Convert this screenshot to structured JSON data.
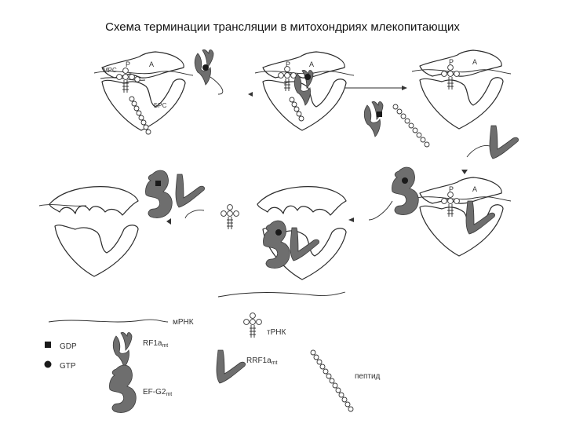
{
  "title": "Схема терминации трансляции в митохондриях млекопитающих",
  "labels": {
    "P": "P",
    "A": "A",
    "mrs": "MPC",
    "brs": "БPC"
  },
  "legend": {
    "mrna": "мРНК",
    "trna": "тРНК",
    "gdp": "GDP",
    "gtp": "GTP",
    "rf1a": "RF1a",
    "rf1a_sub": "mt",
    "rrf1a": "RRF1a",
    "rrf1a_sub": "mt",
    "efg2": "EF-G2",
    "efg2_sub": "mt",
    "peptide": "пептид"
  },
  "colors": {
    "factor_fill": "#6e6e6e",
    "line": "#2b2b2b"
  }
}
